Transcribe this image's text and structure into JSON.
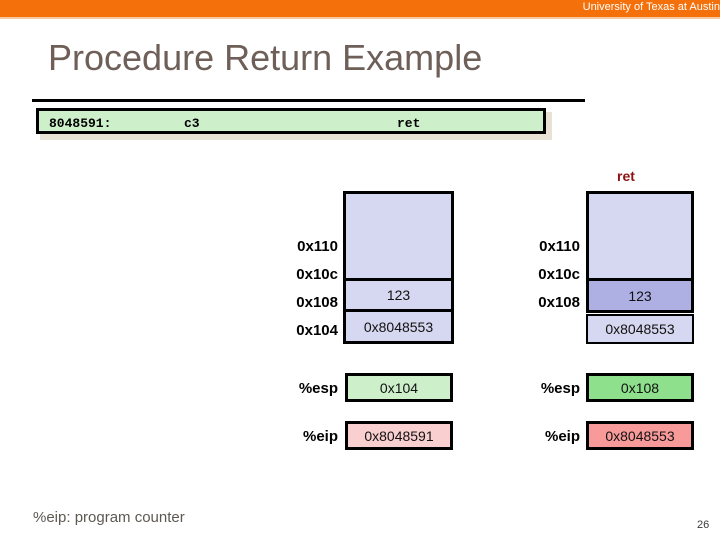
{
  "banner": {
    "institution": "University of Texas at Austin",
    "bar_color": "#f4700a",
    "underline_color": "#f6c9a0"
  },
  "slide": {
    "title": "Procedure Return Example",
    "title_color": "#6e6059",
    "page_number": "26",
    "footnote": "%eip: program counter"
  },
  "code_listing": {
    "background": "#cdf0cb",
    "address": "8048591:",
    "bytes": "c3",
    "mnemonic": "ret"
  },
  "diagrams": [
    {
      "id": "before",
      "step_label": "",
      "stack": {
        "fill": "#d6d7f0",
        "addresses": [
          "0x110",
          "0x10c",
          "0x108",
          "0x104"
        ],
        "cells": [
          {
            "addr": "0x110",
            "value": "",
            "fill": "#d6d7f0",
            "divider": false
          },
          {
            "addr": "0x10c",
            "value": "",
            "fill": "#d6d7f0",
            "divider": false
          },
          {
            "addr": "0x108",
            "value": "123",
            "fill": "#d6d7f0",
            "divider": true
          },
          {
            "addr": "0x104",
            "value": "0x8048553",
            "fill": "#d6d7f0",
            "divider": true
          }
        ]
      },
      "registers": [
        {
          "name": "%esp",
          "value": "0x104",
          "fill": "#cdf0cb"
        },
        {
          "name": "%eip",
          "value": "0x8048591",
          "fill": "#f9cfcf"
        }
      ]
    },
    {
      "id": "after",
      "step_label": "ret",
      "step_label_color": "#8c1212",
      "stack": {
        "fill": "#d6d7f0",
        "addresses": [
          "0x110",
          "0x10c",
          "0x108"
        ],
        "cells": [
          {
            "addr": "0x110",
            "value": "",
            "fill": "#d6d7f0",
            "divider": false
          },
          {
            "addr": "0x10c",
            "value": "",
            "fill": "#d6d7f0",
            "divider": false
          },
          {
            "addr": "0x108",
            "value": "123",
            "fill": "#aeb0e4",
            "divider": true
          }
        ],
        "popped_cell": {
          "addr": "",
          "value": "0x8048553",
          "fill": "#d6d7f0"
        }
      },
      "registers": [
        {
          "name": "%esp",
          "value": "0x108",
          "fill": "#8ee08c"
        },
        {
          "name": "%eip",
          "value": "0x8048553",
          "fill": "#f99a9a"
        }
      ]
    }
  ]
}
